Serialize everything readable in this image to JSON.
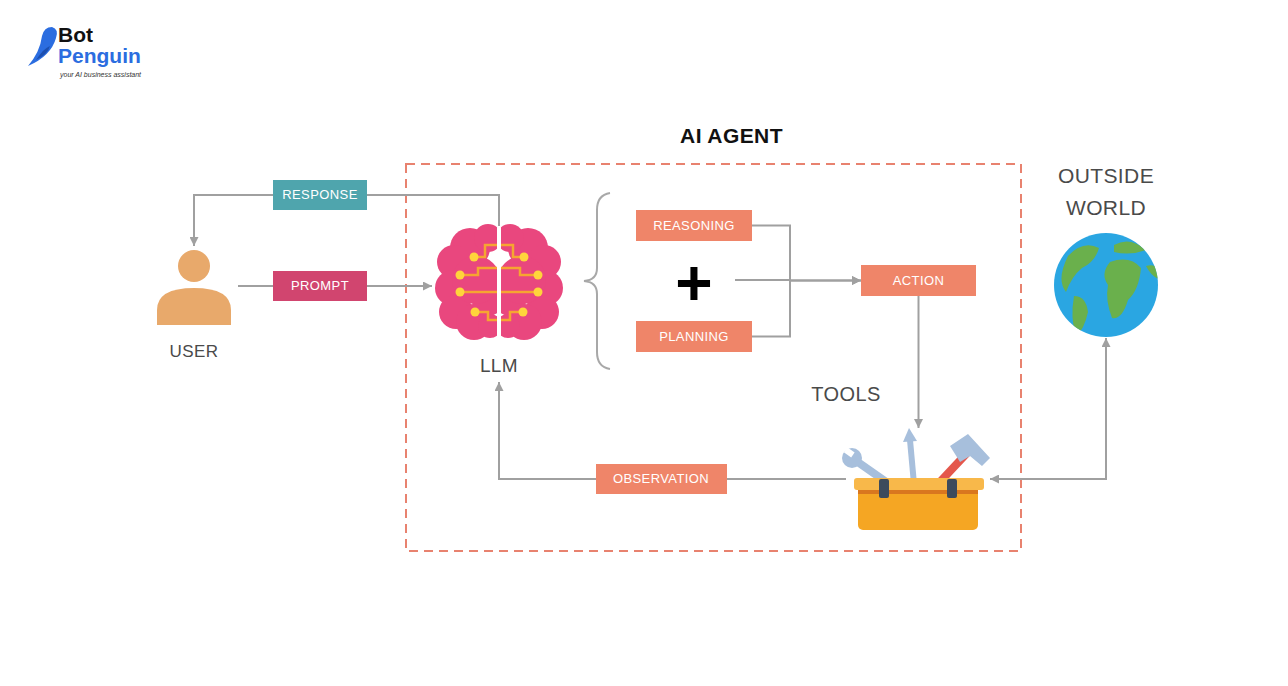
{
  "diagram": {
    "nodes": [
      {
        "text": [
          "USER"
        ]
      },
      {
        "text": [
          "AI AGENT"
        ]
      },
      {
        "text": [
          "LLM"
        ],
        "in": 1
      },
      {
        "text": [
          "REASONING"
        ],
        "in": 1
      },
      {
        "text": [
          "PLANNING"
        ],
        "in": 1
      },
      {
        "text": [
          "ACTION"
        ],
        "in": 1
      },
      {
        "text": [
          "TOOLS"
        ],
        "in": 1
      },
      {
        "text": [
          "OUTSIDE WORLD"
        ]
      }
    ],
    "edges": [
      {
        "from": 0,
        "to": 2,
        "label": "PROMPT",
        "arrow": "to"
      },
      {
        "from": 2,
        "to": 0,
        "label": "RESPONSE",
        "arrow": "to"
      },
      {
        "from": 3,
        "to": 5,
        "arrow": "to"
      },
      {
        "from": 4,
        "to": 5,
        "arrow": "to"
      },
      {
        "from": 5,
        "to": 6,
        "arrow": "to"
      },
      {
        "from": 6,
        "to": 2,
        "label": "OBSERVATION",
        "arrow": "to"
      },
      {
        "from": 6,
        "to": 7,
        "arrow": "both"
      }
    ],
    "labels": [
      "Bot",
      "Penguin",
      "your AI business assistant",
      "+"
    ]
  }
}
